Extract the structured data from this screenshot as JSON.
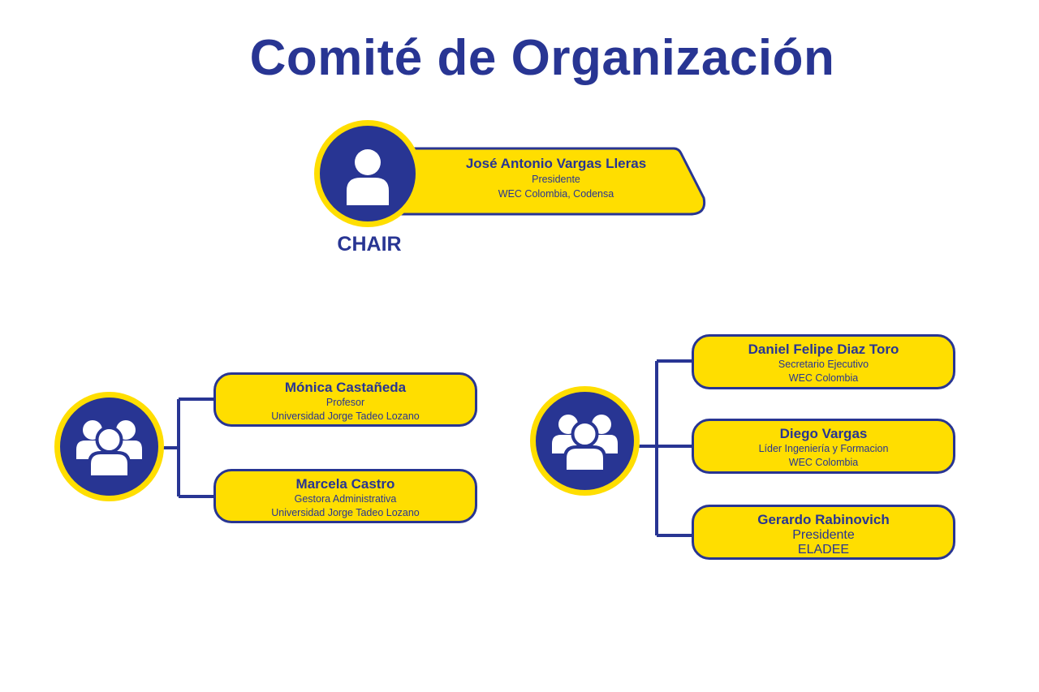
{
  "title": "Comité de Organización",
  "colors": {
    "navy": "#283593",
    "yellow": "#ffde00",
    "background": "#ffffff"
  },
  "chair": {
    "label": "CHAIR",
    "icon": "person-icon",
    "name": "José Antonio Vargas Lleras",
    "role": "Presidente",
    "org": "WEC Colombia, Codensa"
  },
  "left_group": {
    "icon": "group-icon",
    "members": [
      {
        "name": "Mónica Castañeda",
        "role": "Profesor",
        "org": "Universidad Jorge Tadeo Lozano"
      },
      {
        "name": "Marcela Castro",
        "role": "Gestora Administrativa",
        "org": "Universidad Jorge Tadeo Lozano"
      }
    ]
  },
  "right_group": {
    "icon": "group-icon",
    "members": [
      {
        "name": "Daniel Felipe Diaz Toro",
        "role": "Secretario Ejecutivo",
        "org": "WEC Colombia"
      },
      {
        "name": "Diego Vargas",
        "role": "Líder Ingeniería y Formacion",
        "org": "WEC Colombia"
      },
      {
        "name": "Gerardo Rabinovich",
        "role": "Presidente",
        "org": "ELADEE"
      }
    ]
  }
}
